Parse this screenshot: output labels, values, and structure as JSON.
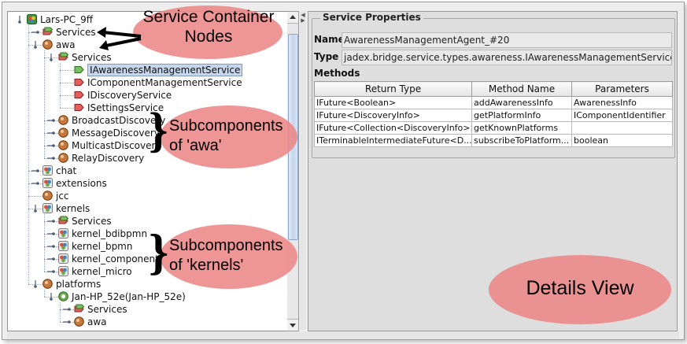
{
  "tree": [
    {
      "label": "Lars-PC_9ff",
      "icon": "platform",
      "toggle": "expanded",
      "depth": 0,
      "row": 0
    },
    {
      "label": "Services",
      "icon": "services",
      "toggle": "collapsed",
      "depth": 1,
      "row": 1
    },
    {
      "label": "awa",
      "icon": "component",
      "toggle": "expanded",
      "depth": 1,
      "row": 2
    },
    {
      "label": "Services",
      "icon": "services",
      "toggle": "expanded",
      "depth": 2,
      "row": 3
    },
    {
      "label": "IAwarenessManagementService",
      "icon": "service-provided",
      "toggle": "none",
      "depth": 3,
      "row": 4,
      "selected": true
    },
    {
      "label": "IComponentManagementService",
      "icon": "service-required",
      "toggle": "none",
      "depth": 3,
      "row": 5
    },
    {
      "label": "IDiscoveryService",
      "icon": "service-required",
      "toggle": "none",
      "depth": 3,
      "row": 6
    },
    {
      "label": "ISettingsService",
      "icon": "service-required",
      "toggle": "none",
      "depth": 3,
      "row": 7
    },
    {
      "label": "BroadcastDiscovery",
      "icon": "component",
      "toggle": "collapsed",
      "depth": 2,
      "row": 8
    },
    {
      "label": "MessageDiscovery",
      "icon": "component",
      "toggle": "collapsed",
      "depth": 2,
      "row": 9
    },
    {
      "label": "MulticastDiscovery",
      "icon": "component",
      "toggle": "collapsed",
      "depth": 2,
      "row": 10
    },
    {
      "label": "RelayDiscovery",
      "icon": "component",
      "toggle": "collapsed",
      "depth": 2,
      "row": 11
    },
    {
      "label": "chat",
      "icon": "application",
      "toggle": "collapsed",
      "depth": 1,
      "row": 12
    },
    {
      "label": "extensions",
      "icon": "application",
      "toggle": "collapsed",
      "depth": 1,
      "row": 13
    },
    {
      "label": "jcc",
      "icon": "component",
      "toggle": "none",
      "depth": 1,
      "row": 14
    },
    {
      "label": "kernels",
      "icon": "application",
      "toggle": "expanded",
      "depth": 1,
      "row": 15
    },
    {
      "label": "Services",
      "icon": "services",
      "toggle": "collapsed",
      "depth": 2,
      "row": 16
    },
    {
      "label": "kernel_bdibpmn",
      "icon": "application",
      "toggle": "collapsed",
      "depth": 2,
      "row": 17
    },
    {
      "label": "kernel_bpmn",
      "icon": "application",
      "toggle": "collapsed",
      "depth": 2,
      "row": 18
    },
    {
      "label": "kernel_component",
      "icon": "application",
      "toggle": "collapsed",
      "depth": 2,
      "row": 19
    },
    {
      "label": "kernel_micro",
      "icon": "application",
      "toggle": "collapsed",
      "depth": 2,
      "row": 20
    },
    {
      "label": "platforms",
      "icon": "component",
      "toggle": "expanded",
      "depth": 1,
      "row": 21
    },
    {
      "label": "Jan-HP_52e(Jan-HP_52e)",
      "icon": "proxy",
      "toggle": "expanded",
      "depth": 2,
      "row": 22
    },
    {
      "label": "Services",
      "icon": "services",
      "toggle": "collapsed",
      "depth": 3,
      "row": 23
    },
    {
      "label": "awa",
      "icon": "component",
      "toggle": "collapsed",
      "depth": 3,
      "row": 24
    }
  ],
  "details": {
    "section_title": "Service Properties",
    "name_label": "Name",
    "name_value": "AwarenessManagementAgent_#20",
    "type_label": "Type",
    "type_value": "jadex.bridge.service.types.awareness.IAwarenessManagementService",
    "methods_label": "Methods",
    "columns": [
      "Return Type",
      "Method Name",
      "Parameters"
    ],
    "rows": [
      [
        "IFuture<Boolean>",
        "addAwarenessInfo",
        "AwarenessInfo"
      ],
      [
        "IFuture<DiscoveryInfo>",
        "getPlatformInfo",
        "IComponentIdentifier"
      ],
      [
        "IFuture<Collection<DiscoveryInfo>>",
        "getKnownPlatforms",
        ""
      ],
      [
        "ITerminableIntermediateFuture<D...",
        "subscribeToPlatform...",
        "boolean"
      ]
    ]
  },
  "annotations": {
    "service_container_line1": "Service Container",
    "service_container_line2": "Nodes",
    "sub_awa_line1": "Subcomponents",
    "sub_awa_line2": "of 'awa'",
    "sub_kernels_line1": "Subcomponents",
    "sub_kernels_line2": "of 'kernels'",
    "details_view": "Details View"
  },
  "colors": {
    "annotation_blob": "#ec8686",
    "selection": "#c6d6ec"
  }
}
